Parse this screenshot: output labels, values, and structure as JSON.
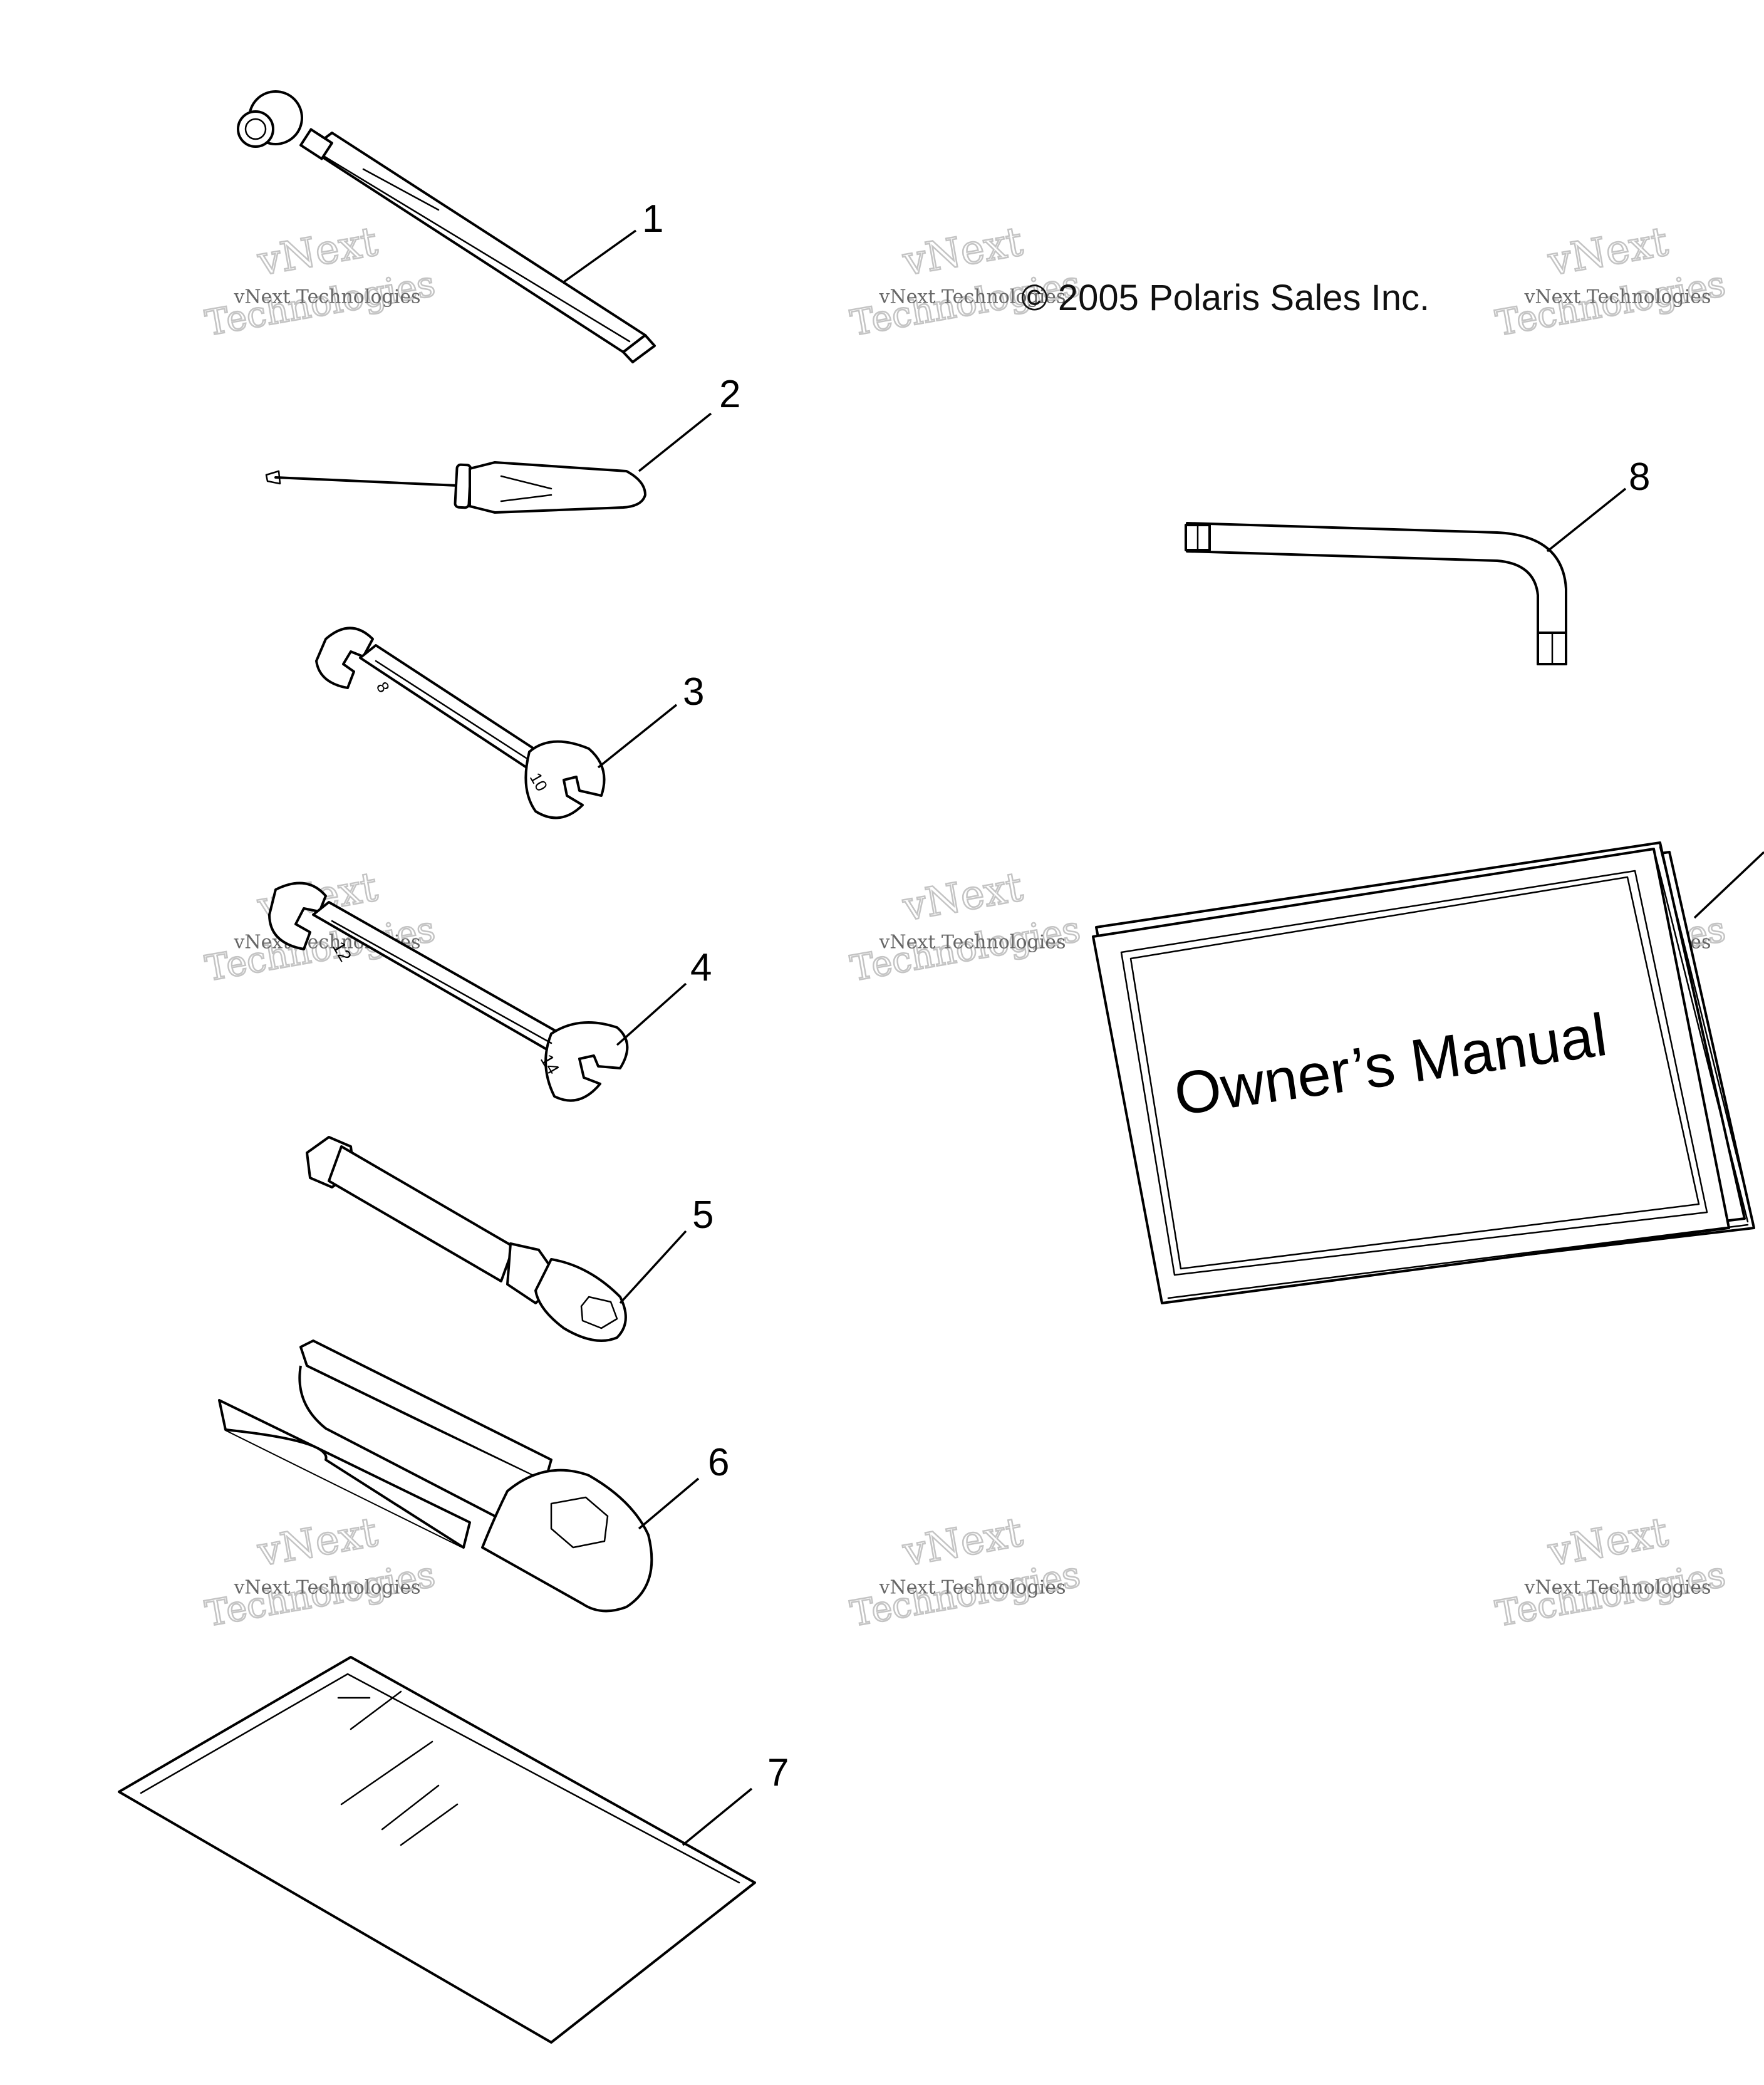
{
  "copyright": "© 2005 Polaris Sales Inc.",
  "manual_title": "Owner’s Manual",
  "watermark": {
    "line1": "vNext Technologies",
    "line2": "vNext",
    "line3": "Technologies"
  },
  "callouts": [
    "1",
    "2",
    "3",
    "4",
    "5",
    "6",
    "7",
    "8"
  ],
  "wrench_sizes": {
    "small_end_a": "8",
    "small_end_b": "10",
    "large_end_a": "12",
    "large_end_b": "14"
  },
  "parts": [
    {
      "ref": "1",
      "icon": "tire-pressure-gauge-icon"
    },
    {
      "ref": "2",
      "icon": "screwdriver-icon"
    },
    {
      "ref": "3",
      "icon": "open-end-wrench-icon"
    },
    {
      "ref": "4",
      "icon": "open-end-wrench-icon"
    },
    {
      "ref": "5",
      "icon": "spark-plug-socket-icon"
    },
    {
      "ref": "6",
      "icon": "spanner-tool-icon"
    },
    {
      "ref": "7",
      "icon": "tool-bag-icon"
    },
    {
      "ref": "8",
      "icon": "hex-key-icon"
    },
    {
      "ref": "",
      "icon": "owners-manual-icon"
    }
  ]
}
